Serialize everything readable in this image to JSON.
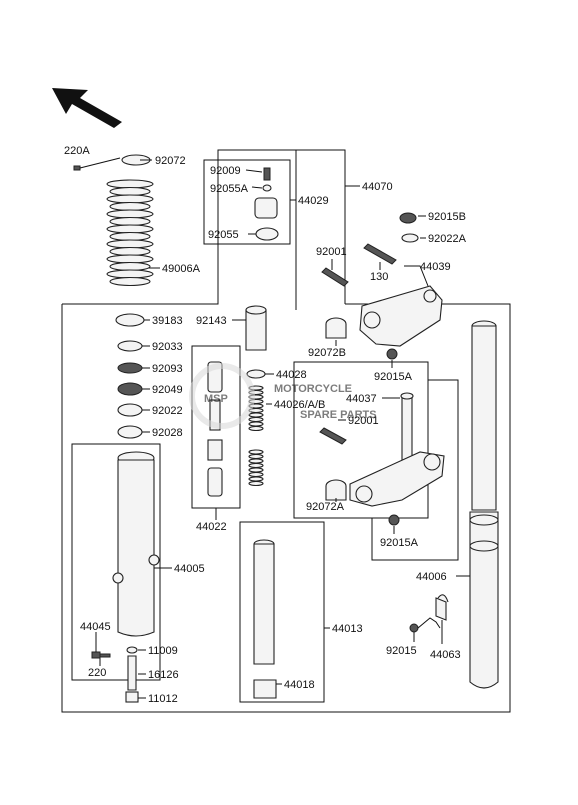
{
  "watermark": {
    "line1": "MOTORCYCLE",
    "line2": "SPARE PARTS",
    "logo": "MSP",
    "color": "#c8c8c8",
    "accent": "#f0b090"
  },
  "direction_arrow": {
    "icon": "front-direction-arrow-icon"
  },
  "labels": {
    "l220A": "220A",
    "l92072": "92072",
    "l49006A": "49006A",
    "l92009": "92009",
    "l92055A": "92055A",
    "l44029": "44029",
    "l92055": "92055",
    "l44070": "44070",
    "l92015B": "92015B",
    "l92022A": "92022A",
    "l92001a": "92001",
    "l130": "130",
    "l44039": "44039",
    "l39183": "39183",
    "l92143": "92143",
    "l92033": "92033",
    "l92093": "92093",
    "l92049": "92049",
    "l92022": "92022",
    "l92028": "92028",
    "l92072B": "92072B",
    "l92015A1": "92015A",
    "l44028": "44028",
    "l44026": "44026/A/B",
    "l44037": "44037",
    "l92001b": "92001",
    "l92072A": "92072A",
    "l92015A2": "92015A",
    "l44005": "44005",
    "l44022": "44022",
    "l44006": "44006",
    "l44045": "44045",
    "l220": "220",
    "l11009": "11009",
    "l16126": "16126",
    "l11012": "11012",
    "l44013": "44013",
    "l44018": "44018",
    "l92015": "92015",
    "l44063": "44063"
  }
}
